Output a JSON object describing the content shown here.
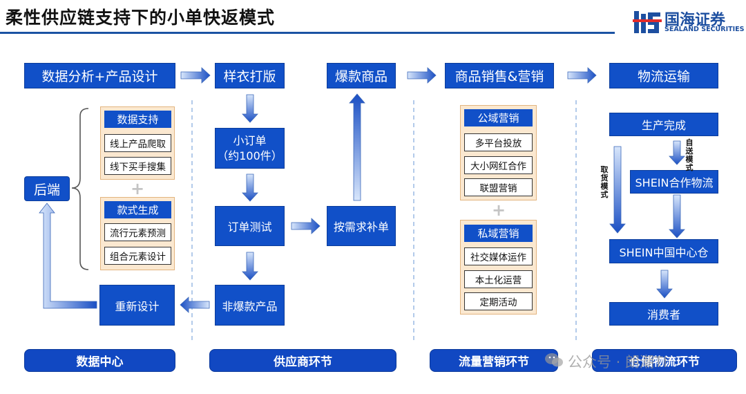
{
  "title": "柔性供应链支持下的小单快返模式",
  "logo": {
    "name": "国海证券",
    "sub": "SEALAND SECURITIES"
  },
  "top_row": {
    "design": "数据分析+产品设计",
    "sample": "样衣打版",
    "hit": "爆款商品",
    "sales": "商品销售&营销",
    "logistics": "物流运输"
  },
  "backend": "后端",
  "data_support": {
    "title": "数据支持",
    "items": [
      "线上产品爬取",
      "线下买手搜集"
    ]
  },
  "style_gen": {
    "title": "款式生成",
    "items": [
      "流行元素预测",
      "组合元素设计"
    ]
  },
  "redesign": "重新设计",
  "supply": {
    "small_order": "小订单\n（约100件）",
    "order_test": "订单测试",
    "non_hit": "非爆款产品",
    "restock": "按需求补单"
  },
  "public_marketing": {
    "title": "公域营销",
    "items": [
      "多平台投放",
      "大小网红合作",
      "联盟营销"
    ]
  },
  "private_marketing": {
    "title": "私域营销",
    "items": [
      "社交媒体运作",
      "本土化运营",
      "定期活动"
    ]
  },
  "plus_sign": "+",
  "logistics": {
    "production_done": "生产完成",
    "self_delivery": "自送模式",
    "pickup": "取货模式",
    "shein_logistics": "SHEIN合作物流",
    "shein_warehouse": "SHEIN中国中心仓",
    "consumer": "消费者"
  },
  "footer": [
    "数据中心",
    "供应商环节",
    "流量营销环节",
    "仓储物流环节"
  ],
  "watermark": "公众号 · 朗潮TI",
  "colors": {
    "box_blue": "#1150c8",
    "panel_bg": "#fbe8d0",
    "title_rule": "#1a52a3",
    "arrow_light": "#c9dcf7",
    "arrow_dark": "#1a4fc4"
  }
}
